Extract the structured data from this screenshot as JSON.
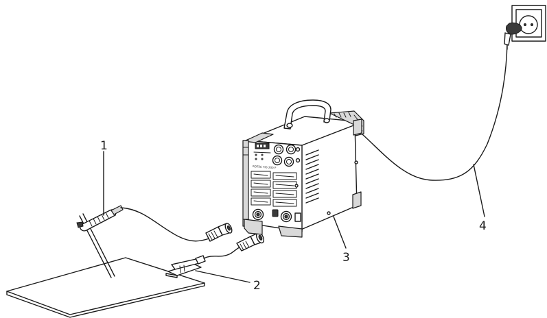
{
  "callouts": {
    "electrode_holder": "1",
    "earth_clamp": "2",
    "welding_machine": "3",
    "mains_cable": "4"
  },
  "machine_label": "ROTEC TIG 200 P"
}
